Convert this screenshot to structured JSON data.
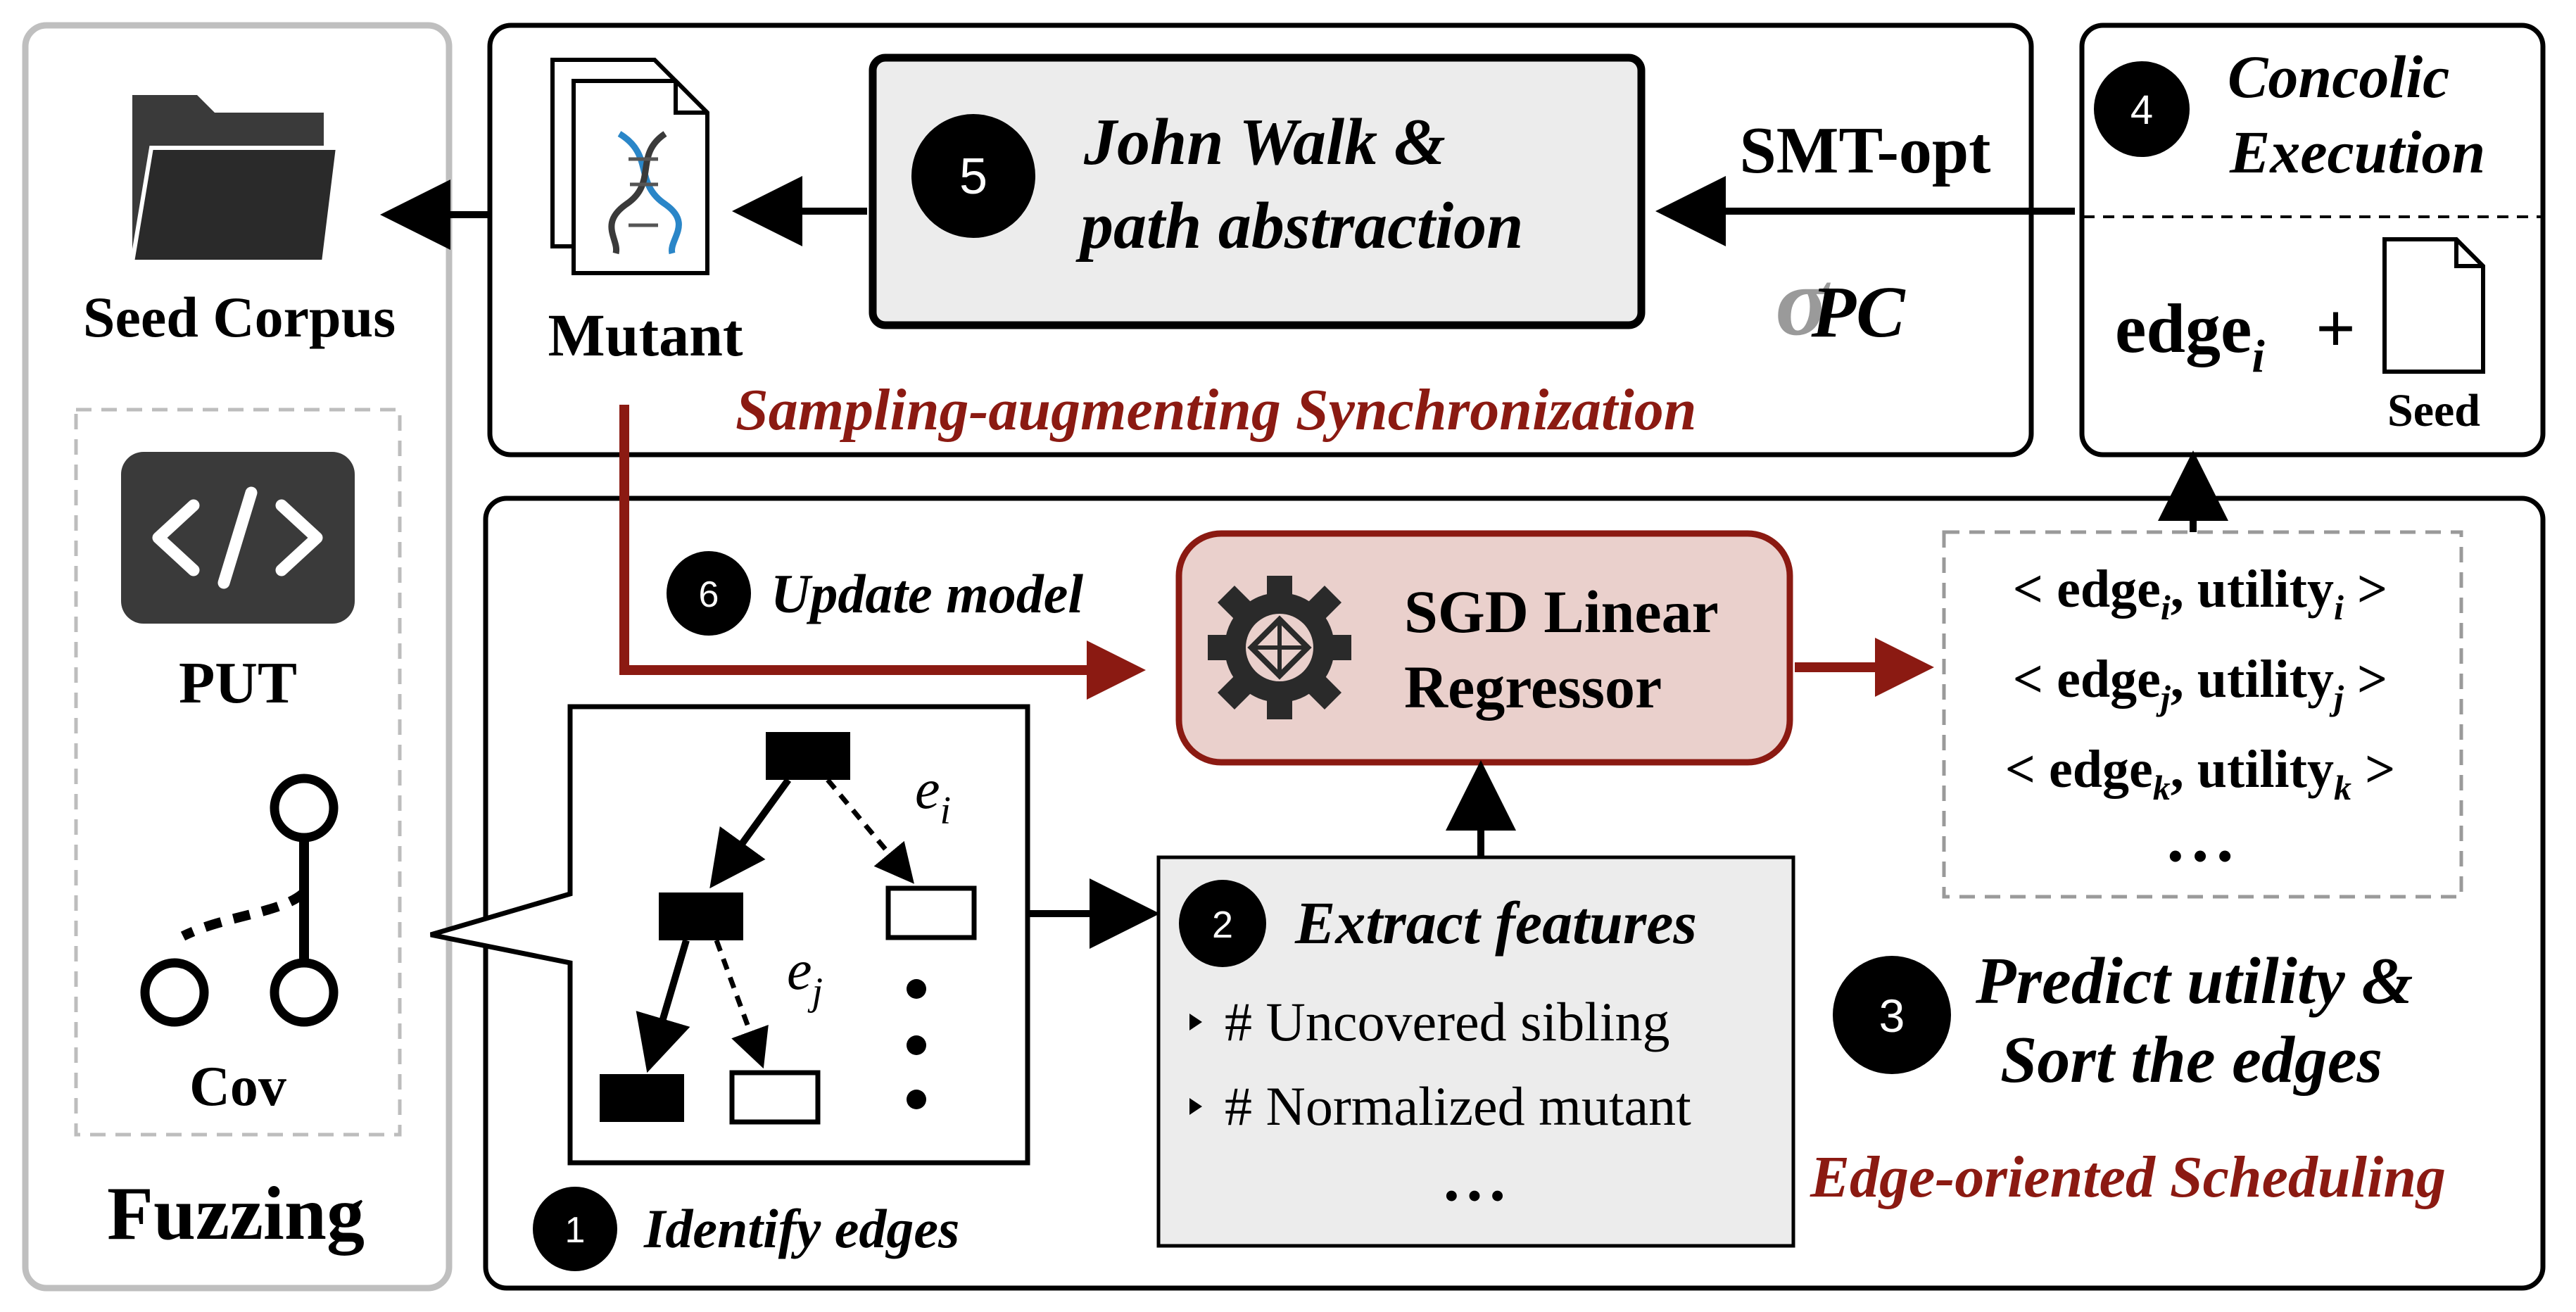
{
  "fuzzing": {
    "seed_corpus_label": "Seed Corpus",
    "put_label": "PUT",
    "cov_label": "Cov",
    "title": "Fuzzing"
  },
  "sync_panel": {
    "mutant_label": "Mutant",
    "step_number": "5",
    "step_line1": "John Walk  &",
    "step_line2": "path abstraction",
    "smt_label": "SMT-opt",
    "pc_label": "PC",
    "title": "Sampling-augmenting Synchronization"
  },
  "concolic": {
    "step_number": "4",
    "title_line1": "Concolic",
    "title_line2": "Execution",
    "edge_label": "edge",
    "edge_sub": "i",
    "plus": "+",
    "seed_label": "Seed"
  },
  "scheduling": {
    "update_step": "6",
    "update_label": "Update model",
    "regressor_line1": "SGD Linear",
    "regressor_line2": "Regressor",
    "list_items": [
      {
        "edge_sub": "i",
        "util_sub": "i"
      },
      {
        "edge_sub": "j",
        "util_sub": "j"
      },
      {
        "edge_sub": "k",
        "util_sub": "k"
      }
    ],
    "list_edge_word": "edge",
    "list_util_word": "utility",
    "list_ellipsis": "• • •",
    "tree_label_ei": "e",
    "tree_label_ei_sub": "i",
    "tree_label_ej": "e",
    "tree_label_ej_sub": "j",
    "identify_step": "1",
    "identify_label": "Identify edges",
    "extract_step": "2",
    "extract_label": "Extract features",
    "features": [
      "# Uncovered sibling",
      "# Normalized mutant"
    ],
    "features_ellipsis": "• • •",
    "predict_step": "3",
    "predict_line1": "Predict utility &",
    "predict_line2": "Sort the edges",
    "title": "Edge-oriented Scheduling"
  },
  "colors": {
    "accent_red": "#8b1a12",
    "regressor_fill": "#ead0cc",
    "box_gray": "#ececec",
    "icon_dark": "#3a3a3a"
  }
}
